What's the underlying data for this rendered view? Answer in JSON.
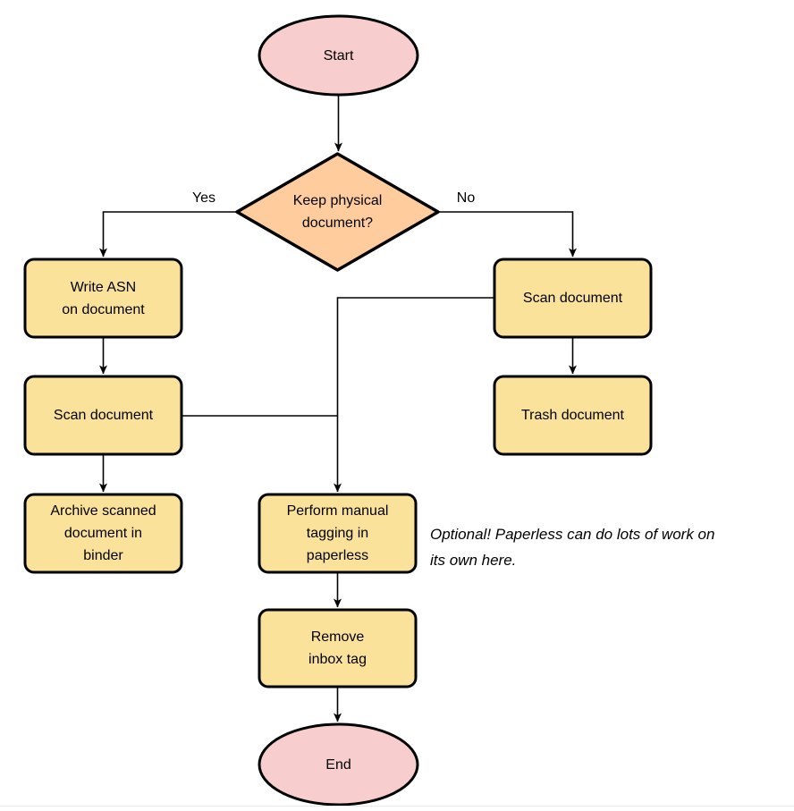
{
  "diagram": {
    "type": "flowchart",
    "nodes": {
      "start": {
        "label": "Start",
        "shape": "ellipse"
      },
      "decision": {
        "label": "Keep physical\ndocument?",
        "shape": "diamond"
      },
      "write_asn": {
        "label": "Write ASN\non document",
        "shape": "rounded-rect"
      },
      "scan_left": {
        "label": "Scan document",
        "shape": "rounded-rect"
      },
      "archive": {
        "label": "Archive scanned\ndocument in\nbinder",
        "shape": "rounded-rect"
      },
      "scan_right": {
        "label": "Scan document",
        "shape": "rounded-rect"
      },
      "trash": {
        "label": "Trash document",
        "shape": "rounded-rect"
      },
      "tagging": {
        "label": "Perform manual\ntagging in\npaperless",
        "shape": "rounded-rect"
      },
      "remove_inbox": {
        "label": "Remove\ninbox tag",
        "shape": "rounded-rect"
      },
      "end": {
        "label": "End",
        "shape": "ellipse"
      }
    },
    "edge_labels": {
      "yes": "Yes",
      "no": "No"
    },
    "note": "Optional! Paperless can do lots of work on\nits own here.",
    "colors": {
      "terminal_fill": "#F8CDCE",
      "decision_fill": "#FFCC9E",
      "process_fill": "#FAE29A",
      "stroke": "#000000",
      "connector": "#000000",
      "page_edge": "#E8E8E8"
    }
  }
}
